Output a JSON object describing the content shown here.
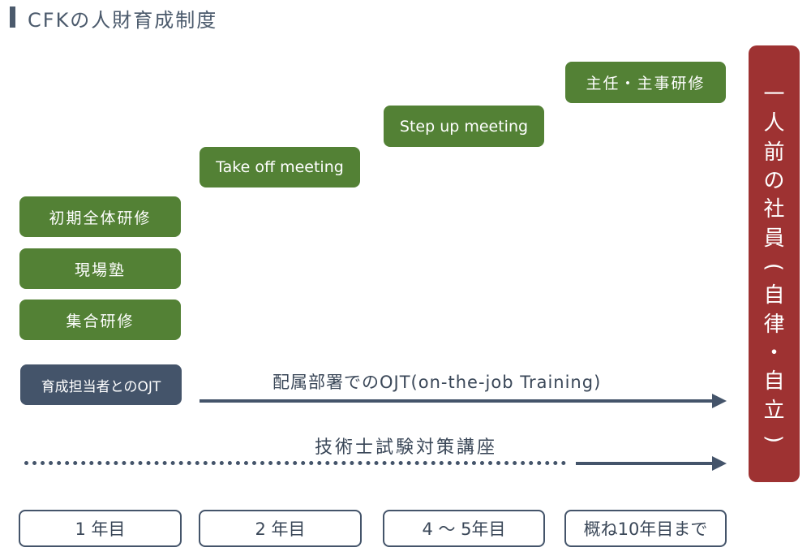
{
  "title": "CFKの人財育成制度",
  "programs": {
    "shunin": "主任・主事研修",
    "step_up": "Step up meeting",
    "take_off": "Take off meeting",
    "shoki": "初期全体研修",
    "genba": "現場塾",
    "shugo": "集合研修",
    "ojt_box": "育成担当者とのOJT"
  },
  "ojt_arrow_label": "配属部署でのOJT(on-the-job Training)",
  "exam_label": "技術士試験対策講座",
  "goal_chars": [
    "一",
    "人",
    "前",
    "の",
    "社",
    "員",
    "(",
    "自",
    "律",
    "・",
    "自",
    "立",
    ")"
  ],
  "years": [
    "1 年目",
    "2 年目",
    "4 〜 5年目",
    "概ね10年目まで"
  ],
  "colors": {
    "green": "#538135",
    "navy": "#44546a",
    "red": "#9e3232"
  }
}
